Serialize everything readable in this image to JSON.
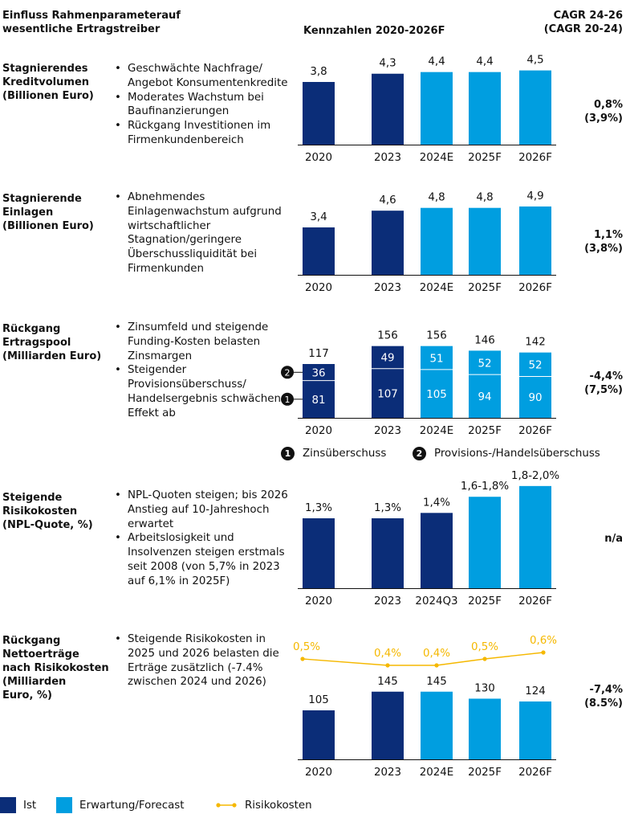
{
  "header": {
    "left_line1": "Einfluss Rahmenparameterauf",
    "left_line2": "wesentliche Ertragstreiber",
    "middle": "Kennzahlen 2020-2026F",
    "right_line1": "CAGR 24-26",
    "right_line2": "(CAGR 20-24)"
  },
  "rows": [
    {
      "title": [
        "Stagnierendes",
        "Kreditvolumen",
        "(Billionen Euro)"
      ],
      "bullets": [
        "Geschwächte Nachfrage/ Angebot Konsumentenkredite",
        "Moderates Wachstum bei Baufinanzierungen",
        "Rückgang Investitionen im Firmenkundenbereich"
      ],
      "cagr": [
        "0,8%",
        "(3,9%)"
      ]
    },
    {
      "title": [
        "Stagnierende",
        "Einlagen",
        "(Billionen Euro)"
      ],
      "bullets": [
        "Abnehmendes Einlagenwachstum aufgrund wirtschaftlicher Stagnation/geringere Überschussliquidität bei Firmenkunden"
      ],
      "cagr": [
        "1,1%",
        "(3,8%)"
      ]
    },
    {
      "title": [
        "Rückgang",
        "Ertragspool",
        "(Milliarden Euro)"
      ],
      "bullets": [
        "Zinsumfeld und steigende Funding-Kosten belasten Zinsmargen",
        "Steigender Provisionsüberschuss/ Handelsergebnis schwächen Effekt ab"
      ],
      "cagr": [
        "-4,4%",
        "(7,5%)"
      ]
    },
    {
      "title": [
        "Steigende",
        "Risikokosten",
        "(NPL-Quote, %)"
      ],
      "bullets": [
        "NPL-Quoten steigen; bis 2026 Anstieg auf 10-Jahreshoch erwartet",
        "Arbeitslosigkeit und Insolvenzen steigen erstmals seit 2008 (von 5,7% in 2023 auf 6,1% in 2025F)"
      ],
      "cagr": [
        "n/a"
      ]
    },
    {
      "title": [
        "Rückgang",
        "Nettoerträge",
        "nach Risikokosten",
        "(Milliarden",
        "Euro, %)"
      ],
      "bullets": [
        "Steigende Risikokosten in 2025 und 2026 belasten die Erträge zusätzlich (-7.4% zwischen 2024 und 2026)"
      ],
      "cagr": [
        "-7,4%",
        "(8.5%)"
      ]
    }
  ],
  "colors": {
    "ist": "#0b2d78",
    "forecast": "#009ee0",
    "risiko": "#f5b800"
  },
  "legend": {
    "ist": "Ist",
    "forecast": "Erwartung/Forecast",
    "risiko": "Risikokosten"
  },
  "marker_legend": {
    "m1_num": "1",
    "m1": "Zinsüberschuss",
    "m2_num": "2",
    "m2": "Provisions-/Handelsüberschuss"
  },
  "chart_data": [
    {
      "type": "bar",
      "categories": [
        "2020",
        "2023",
        "2024E",
        "2025F",
        "2026F"
      ],
      "values": [
        3.8,
        4.3,
        4.4,
        4.4,
        4.5
      ],
      "labels": [
        "3,8",
        "4,3",
        "4,4",
        "4,4",
        "4,5"
      ],
      "kind": [
        "Ist",
        "Ist",
        "Forecast",
        "Forecast",
        "Forecast"
      ]
    },
    {
      "type": "bar",
      "categories": [
        "2020",
        "2023",
        "2024E",
        "2025F",
        "2026F"
      ],
      "values": [
        3.4,
        4.6,
        4.8,
        4.8,
        4.9
      ],
      "labels": [
        "3,4",
        "4,6",
        "4,8",
        "4,8",
        "4,9"
      ],
      "kind": [
        "Ist",
        "Ist",
        "Forecast",
        "Forecast",
        "Forecast"
      ]
    },
    {
      "type": "bar",
      "stacked": true,
      "categories": [
        "2020",
        "2023",
        "2024E",
        "2025F",
        "2026F"
      ],
      "series": [
        {
          "name": "Zinsüberschuss",
          "values": [
            81,
            107,
            105,
            94,
            90
          ]
        },
        {
          "name": "Provisions-/Handelsüberschuss",
          "values": [
            36,
            49,
            51,
            52,
            52
          ]
        }
      ],
      "totals": [
        117,
        156,
        156,
        146,
        142
      ],
      "kind": [
        "Ist",
        "Ist",
        "Forecast",
        "Forecast",
        "Forecast"
      ]
    },
    {
      "type": "bar",
      "categories": [
        "2020",
        "2023",
        "2024Q3",
        "2025F",
        "2026F"
      ],
      "values": [
        1.3,
        1.3,
        1.4,
        1.7,
        1.9
      ],
      "labels": [
        "1,3%",
        "1,3%",
        "1,4%",
        "1,6-1,8%",
        "1,8-2,0%"
      ],
      "kind": [
        "Ist",
        "Ist",
        "Ist",
        "Forecast",
        "Forecast"
      ]
    },
    {
      "type": "bar",
      "categories": [
        "2020",
        "2023",
        "2024E",
        "2025F",
        "2026F"
      ],
      "values": [
        105,
        145,
        145,
        130,
        124
      ],
      "labels": [
        "105",
        "145",
        "145",
        "130",
        "124"
      ],
      "kind": [
        "Ist",
        "Ist",
        "Forecast",
        "Forecast",
        "Forecast"
      ],
      "line_series": {
        "name": "Risikokosten",
        "values": [
          0.5,
          0.4,
          0.4,
          0.5,
          0.6
        ],
        "labels": [
          "0,5%",
          "0,4%",
          "0,4%",
          "0,5%",
          "0,6%"
        ]
      }
    }
  ]
}
